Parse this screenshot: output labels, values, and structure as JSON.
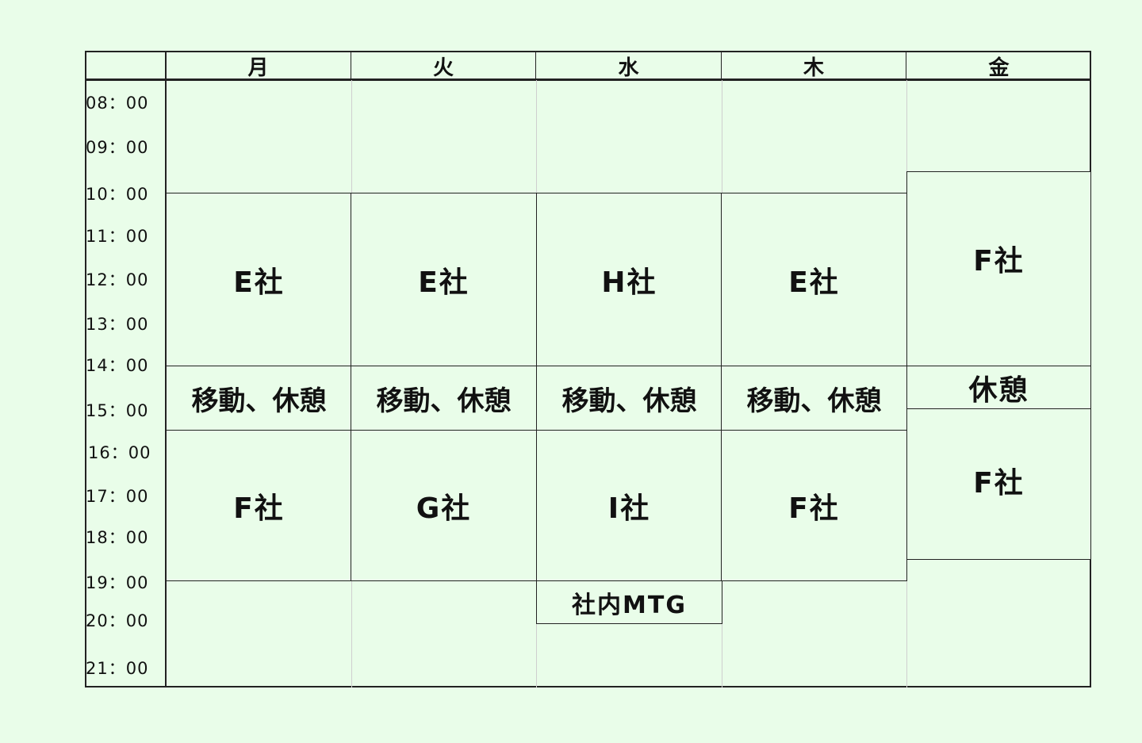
{
  "days": [
    "月",
    "火",
    "水",
    "木",
    "金"
  ],
  "times": [
    "08：00",
    "09：00",
    "10：00",
    "11：00",
    "12：00",
    "13：00",
    "14：00",
    "15：00",
    "16：00",
    "17：00",
    "18：00",
    "19：00",
    "20：00",
    "21：00"
  ],
  "events": {
    "mon": [
      "E社",
      "移動、休憩",
      "F社"
    ],
    "tue": [
      "E社",
      "移動、休憩",
      "G社"
    ],
    "wed": [
      "H社",
      "移動、休憩",
      "I社",
      "社内MTG"
    ],
    "thu": [
      "E社",
      "移動、休憩",
      "F社"
    ],
    "fri": [
      "F社",
      "休憩",
      "F社"
    ]
  },
  "colors": {
    "background": "#e9fde9",
    "border": "#222222",
    "grid": "#cfcfcf"
  }
}
